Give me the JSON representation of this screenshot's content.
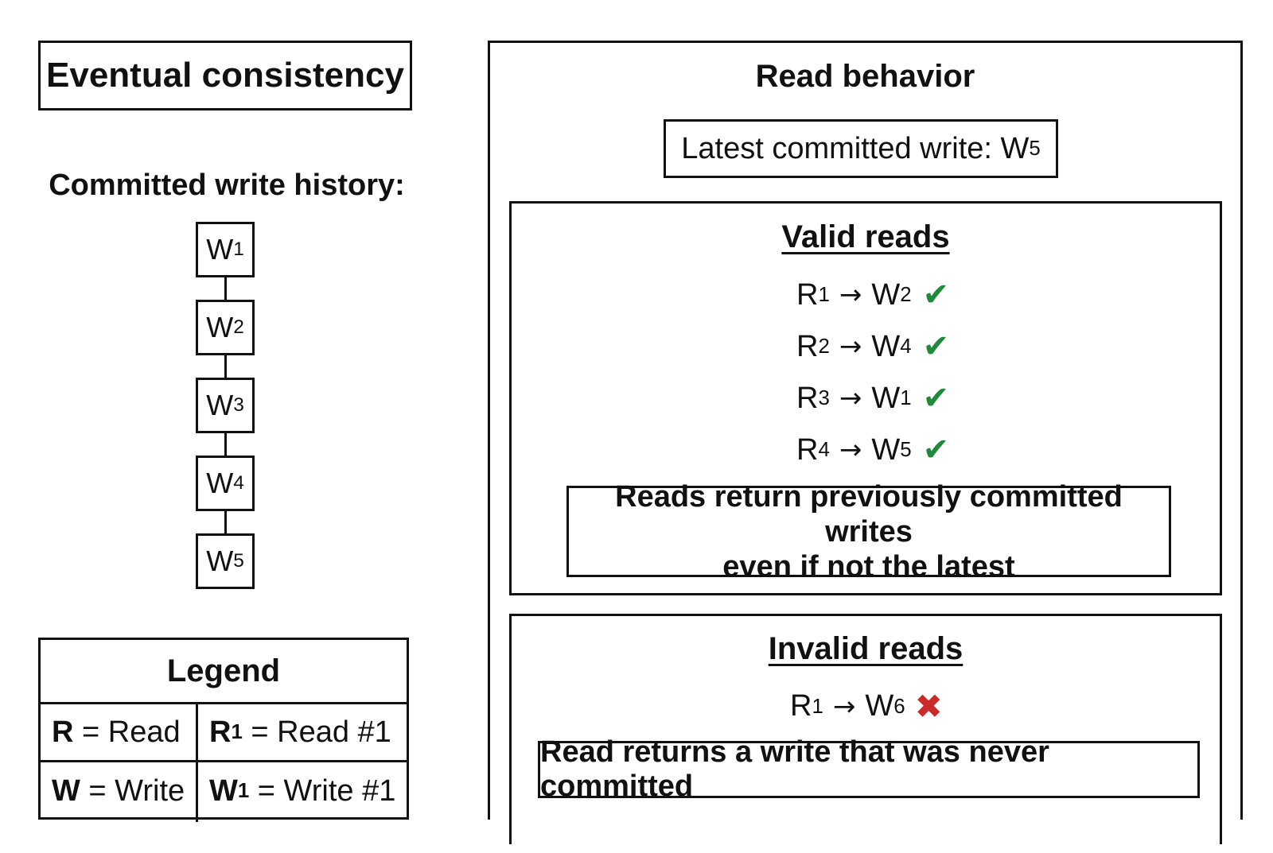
{
  "title": "Eventual consistency",
  "history": {
    "label": "Committed write history:",
    "writes": [
      {
        "letter": "W",
        "index": "1"
      },
      {
        "letter": "W",
        "index": "2"
      },
      {
        "letter": "W",
        "index": "3"
      },
      {
        "letter": "W",
        "index": "4"
      },
      {
        "letter": "W",
        "index": "5"
      }
    ]
  },
  "legend": {
    "title": "Legend",
    "r_symbol": "R",
    "r_text": " = Read",
    "r1_symbol": "R",
    "r1_index": "1",
    "r1_text": " = Read #1",
    "w_symbol": "W",
    "w_text": " = Write",
    "w1_symbol": "W",
    "w1_index": "1",
    "w1_text": " = Write #1"
  },
  "read_behavior": {
    "title": "Read behavior",
    "latest_prefix": "Latest committed write: W",
    "latest_index": "5",
    "valid": {
      "title": "Valid reads",
      "reads": [
        {
          "r": "R",
          "ri": "1",
          "w": "W",
          "wi": "2",
          "mark": "✔"
        },
        {
          "r": "R",
          "ri": "2",
          "w": "W",
          "wi": "4",
          "mark": "✔"
        },
        {
          "r": "R",
          "ri": "3",
          "w": "W",
          "wi": "1",
          "mark": "✔"
        },
        {
          "r": "R",
          "ri": "4",
          "w": "W",
          "wi": "5",
          "mark": "✔"
        }
      ],
      "note_line1": "Reads return previously committed writes",
      "note_line2": "even if not the latest"
    },
    "invalid": {
      "title": "Invalid reads",
      "reads": [
        {
          "r": "R",
          "ri": "1",
          "w": "W",
          "wi": "6",
          "mark": "✖"
        }
      ],
      "note": "Read returns a write that was never committed"
    },
    "arrow": "→"
  },
  "colors": {
    "valid_mark": "#1f8a3a",
    "invalid_mark": "#cc2a2a",
    "border": "#111111"
  }
}
